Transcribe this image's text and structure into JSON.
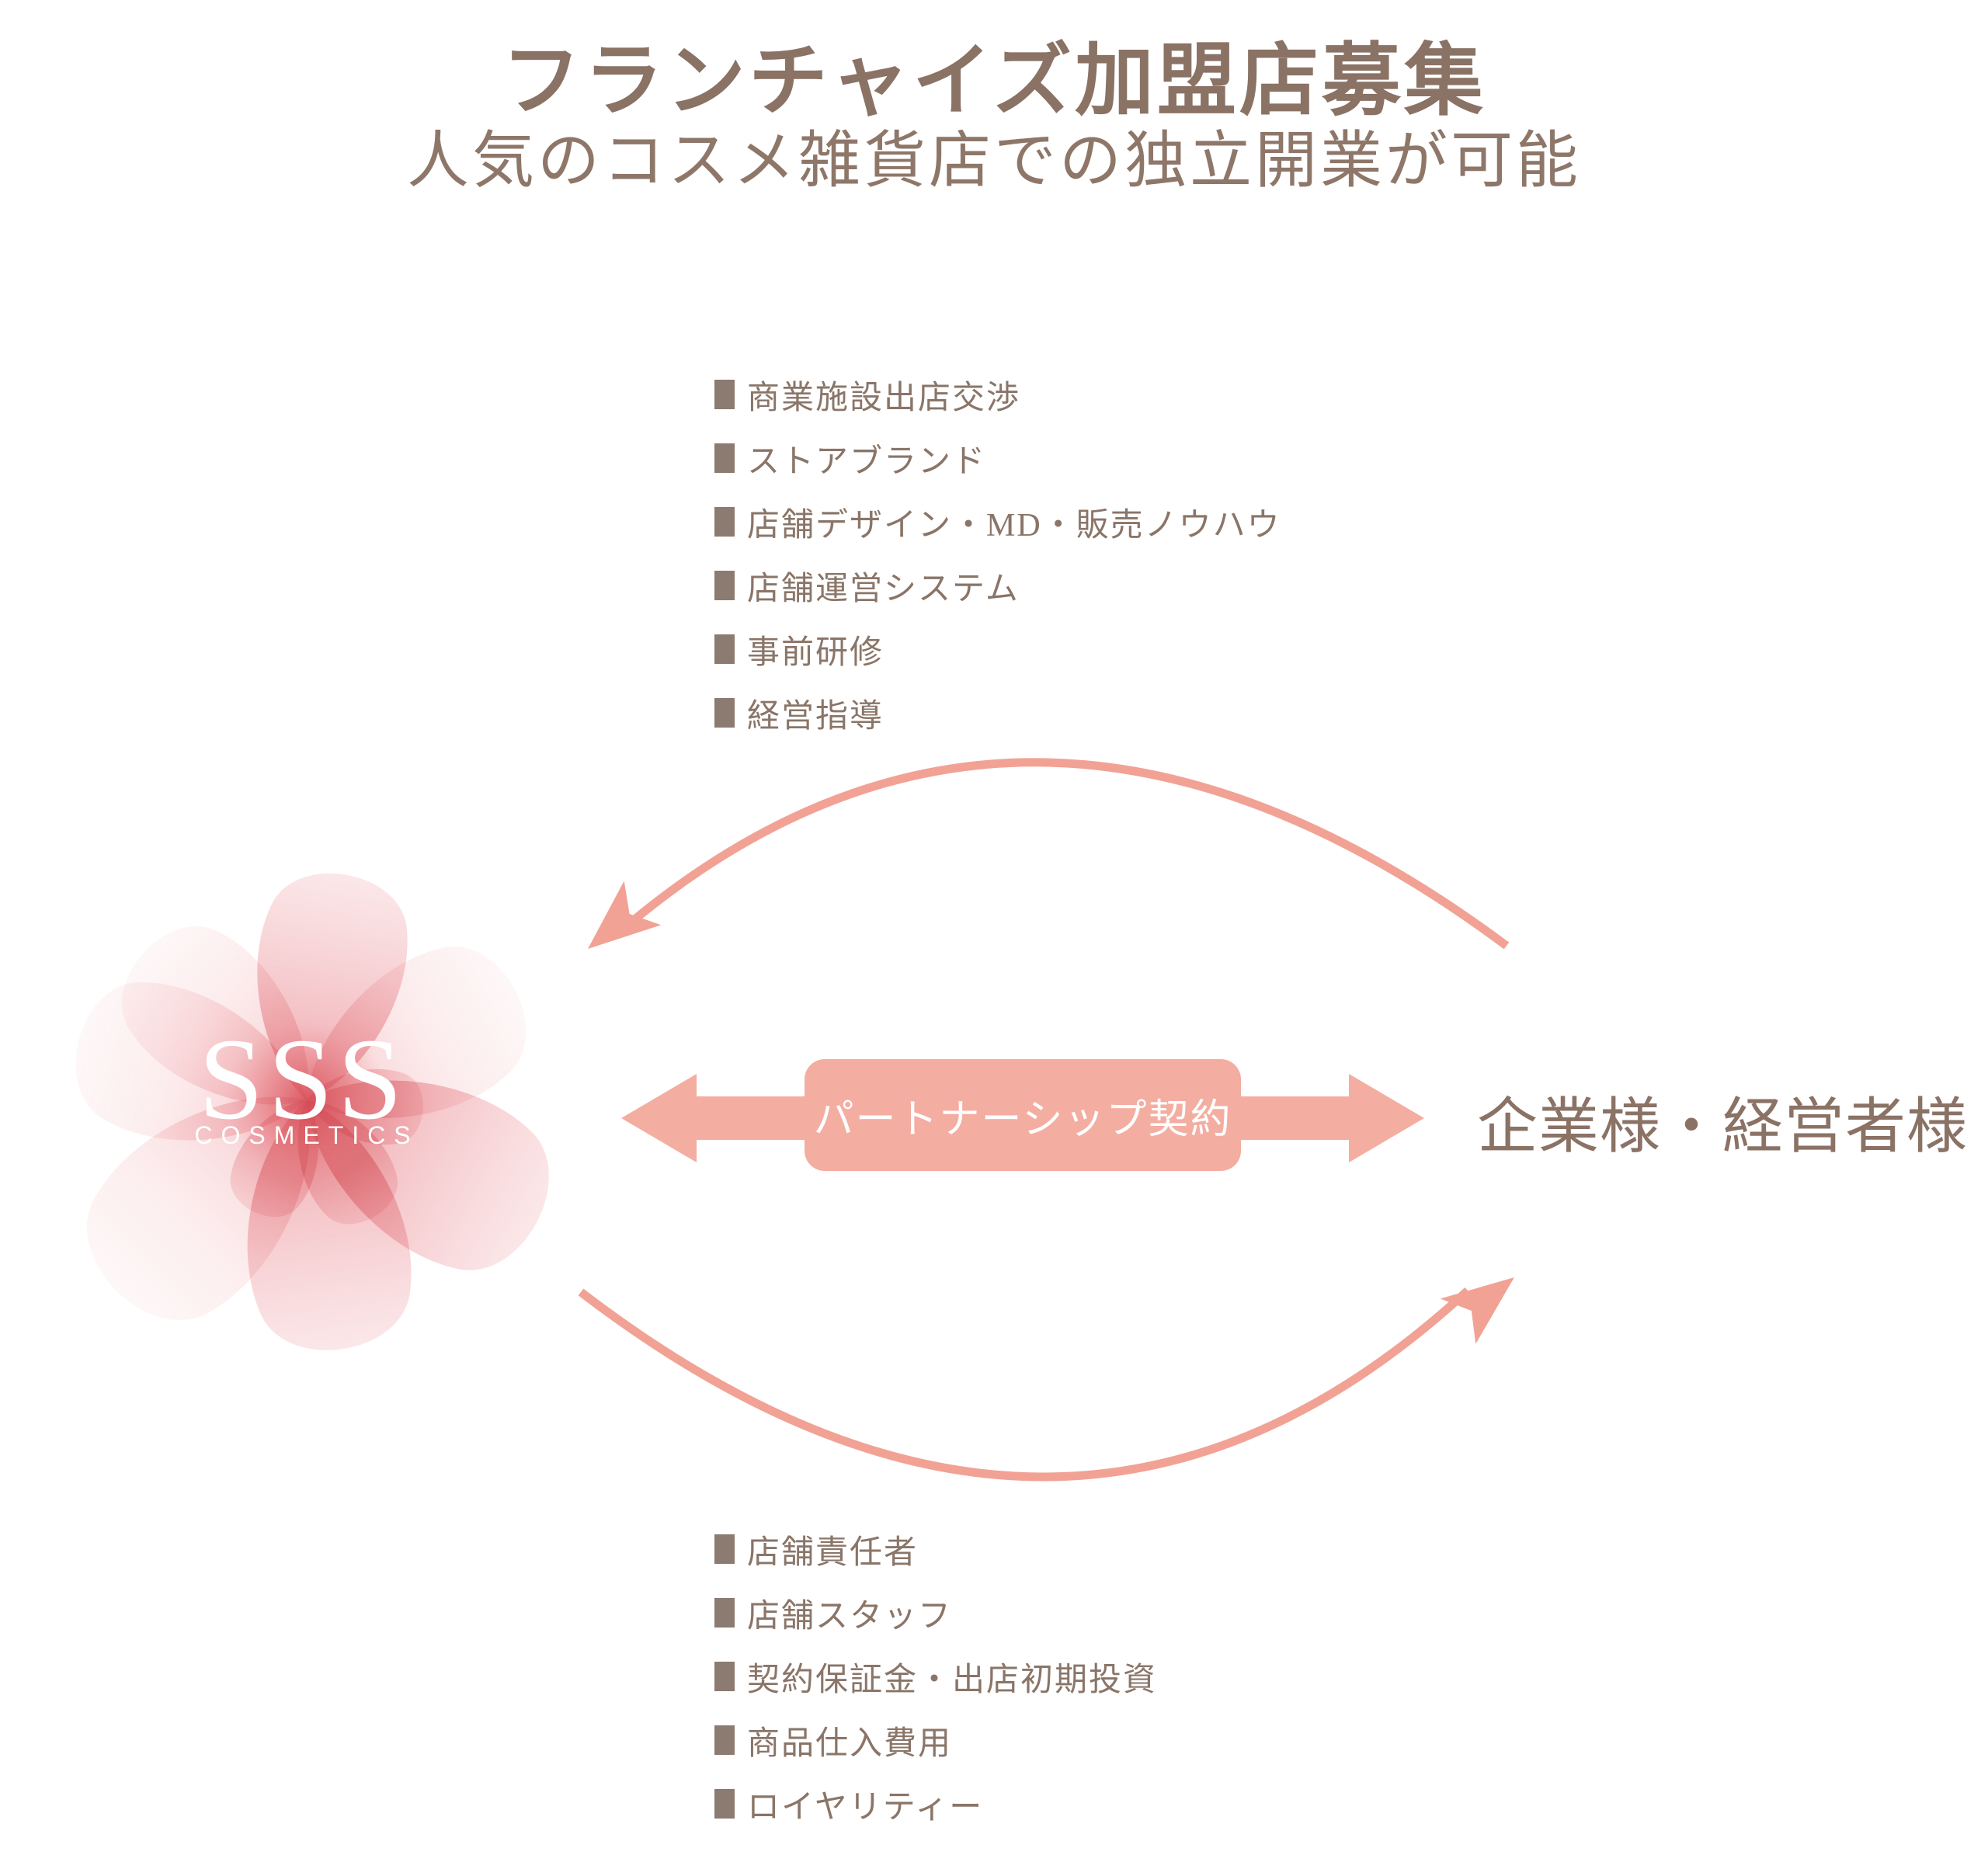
{
  "header": {
    "title": "フランチャイズ加盟店募集",
    "subtitle": "人気のコスメ雑貨店での独立開業が可能"
  },
  "hq_provides": {
    "items": [
      "商業施設出店交渉",
      "ストアブランド",
      "店舗デザイン・MD・販売ノウハウ",
      "店舗運営システム",
      "事前研修",
      "経営指導"
    ]
  },
  "partner_provides": {
    "items": [
      "店舗責任者",
      "店舗スタッフ",
      "契約保証金・出店初期投資",
      "商品仕入費用",
      "ロイヤリティー"
    ]
  },
  "diagram": {
    "contract_label": "パートナーシップ契約",
    "partner_label": "企業様・経営者様",
    "logo": {
      "name": "SSS",
      "sub": "COSMETICS"
    }
  },
  "colors": {
    "text_brown": "#8a7265",
    "bullet_brown": "#8b7b70",
    "salmon_arrow": "#f4ada1",
    "salmon_arc": "#f1a295",
    "contract_text": "#ffffff",
    "flower_deep_pink": "#e2646e",
    "flower_light_pink": "#f8d7da"
  }
}
